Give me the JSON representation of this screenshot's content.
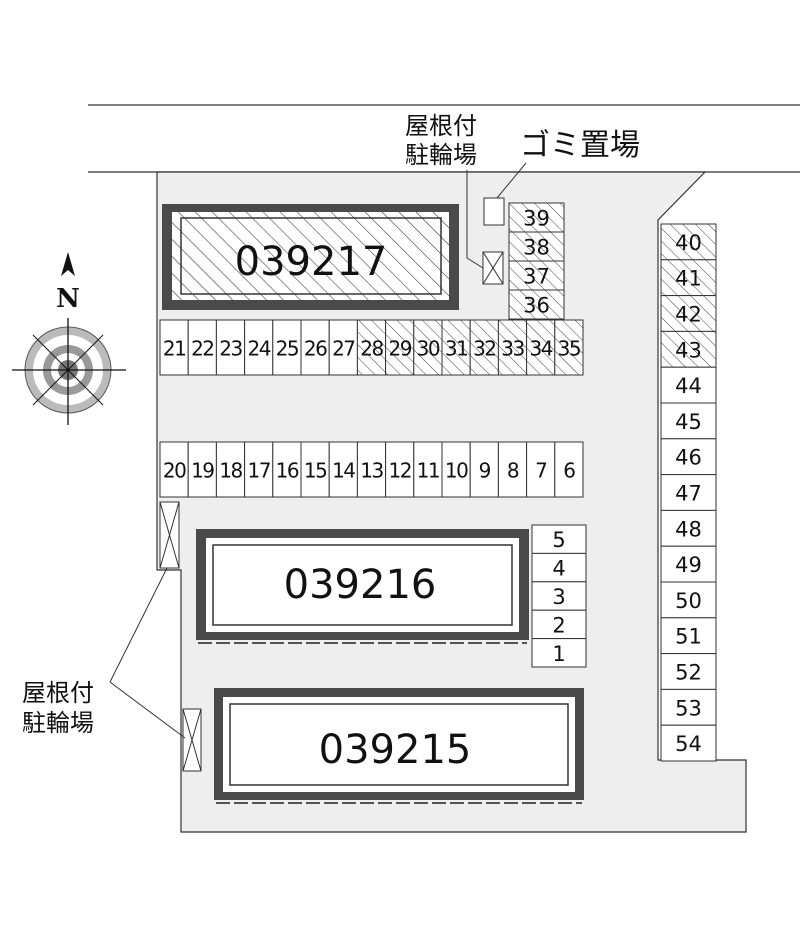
{
  "buildings": [
    {
      "id": "039217"
    },
    {
      "id": "039216"
    },
    {
      "id": "039215"
    }
  ],
  "labels": {
    "bike_top_line1": "屋根付",
    "bike_top_line2": "駐輪場",
    "bike_left_line1": "屋根付",
    "bike_left_line2": "駐輪場",
    "garbage": "ゴミ置場"
  },
  "compass": {
    "north": "N"
  },
  "parking": {
    "upper_row": [
      "21",
      "22",
      "23",
      "24",
      "25",
      "26",
      "27",
      "28",
      "29",
      "30",
      "31",
      "32",
      "33",
      "34",
      "35"
    ],
    "upper_row_hatched": [
      "28",
      "29",
      "30",
      "31",
      "32",
      "33",
      "34",
      "35"
    ],
    "lower_row": [
      "20",
      "19",
      "18",
      "17",
      "16",
      "15",
      "14",
      "13",
      "12",
      "11",
      "10",
      "9",
      "8",
      "7",
      "6"
    ],
    "stack_top": [
      "39",
      "38",
      "37",
      "36"
    ],
    "stack_right": [
      "5",
      "4",
      "3",
      "2",
      "1"
    ],
    "east_column": [
      "40",
      "41",
      "42",
      "43",
      "44",
      "45",
      "46",
      "47",
      "48",
      "49",
      "50",
      "51",
      "52",
      "53",
      "54"
    ],
    "east_column_hatched": [
      "40",
      "41",
      "42",
      "43"
    ]
  }
}
